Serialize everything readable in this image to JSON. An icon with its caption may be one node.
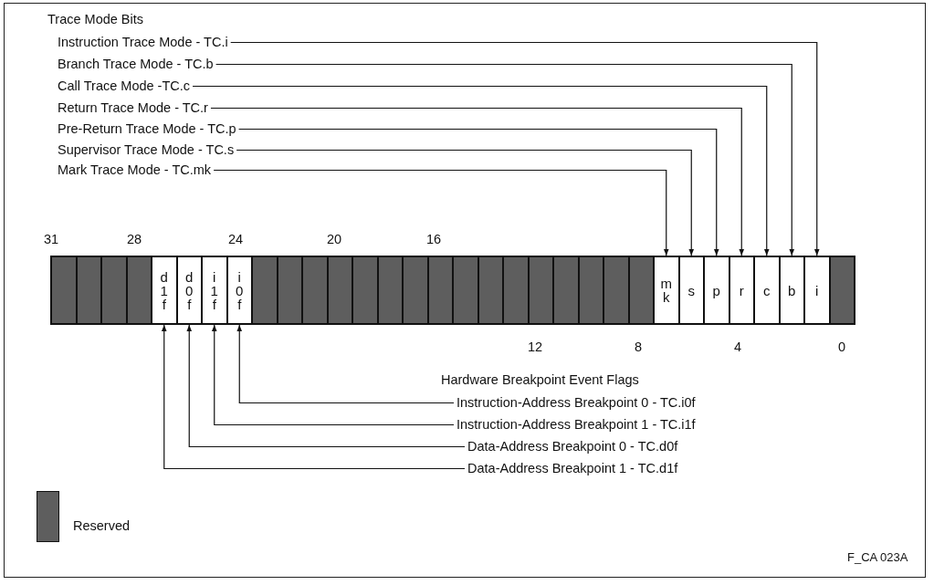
{
  "diagram": {
    "nodes": [
      {
        "text": [
          "Instruction Trace Mode - TC.i"
        ]
      },
      {
        "text": [
          "Branch Trace Mode - TC.b"
        ]
      },
      {
        "text": [
          "Call Trace Mode -TC.c"
        ]
      },
      {
        "text": [
          "Return Trace Mode - TC.r"
        ]
      },
      {
        "text": [
          "Pre-Return Trace Mode - TC.p"
        ]
      },
      {
        "text": [
          "Supervisor Trace Mode - TC.s"
        ]
      },
      {
        "text": [
          "Mark Trace Mode - TC.mk"
        ]
      },
      {
        "text": [],
        "shape": "box"
      },
      {
        "text": [],
        "shape": "box"
      },
      {
        "text": [],
        "shape": "box"
      },
      {
        "text": [],
        "shape": "box"
      },
      {
        "text": [
          "d 1 f"
        ]
      },
      {
        "text": [
          "d 0 f"
        ]
      },
      {
        "text": [
          "i 1 f"
        ]
      },
      {
        "text": [
          "i 0 f"
        ]
      },
      {
        "text": [],
        "shape": "box"
      },
      {
        "text": [],
        "shape": "box"
      },
      {
        "text": [],
        "shape": "box"
      },
      {
        "text": [],
        "shape": "box"
      },
      {
        "text": [],
        "shape": "box"
      },
      {
        "text": [],
        "shape": "box"
      },
      {
        "text": [],
        "shape": "box"
      },
      {
        "text": [],
        "shape": "box"
      },
      {
        "text": [],
        "shape": "box"
      },
      {
        "text": [],
        "shape": "box"
      },
      {
        "text": [],
        "shape": "box"
      },
      {
        "text": [],
        "shape": "box"
      },
      {
        "text": [],
        "shape": "box"
      },
      {
        "text": [],
        "shape": "box"
      },
      {
        "text": [],
        "shape": "box"
      },
      {
        "text": [],
        "shape": "box"
      },
      {
        "text": [
          "m k"
        ]
      },
      {
        "text": [
          "s"
        ]
      },
      {
        "text": [
          "p"
        ]
      },
      {
        "text": [
          "r"
        ]
      },
      {
        "text": [
          "c"
        ]
      },
      {
        "text": [
          "b"
        ]
      },
      {
        "text": [
          "i"
        ]
      },
      {
        "text": [],
        "shape": "box"
      },
      {
        "text": [
          "Instruction-Address Breakpoint 0 - TC.i0f"
        ]
      },
      {
        "text": [
          "Instruction-Address Breakpoint 1 - TC.i1f"
        ]
      },
      {
        "text": [
          "Data-Address Breakpoint 0 - TC.d0f"
        ]
      },
      {
        "text": [
          "Data-Address Breakpoint 1 - TC.d1f"
        ]
      }
    ],
    "edges": [
      {
        "from": 0,
        "to": 37,
        "arrow": "to"
      },
      {
        "from": 1,
        "to": 36,
        "arrow": "to"
      },
      {
        "from": 2,
        "to": 35,
        "arrow": "to"
      },
      {
        "from": 3,
        "to": 34,
        "arrow": "to"
      },
      {
        "from": 4,
        "to": 33,
        "arrow": "to"
      },
      {
        "from": 5,
        "to": 32,
        "arrow": "to"
      },
      {
        "from": 6,
        "to": 31,
        "arrow": "to"
      },
      {
        "from": 39,
        "to": 14,
        "arrow": "to"
      },
      {
        "from": 40,
        "to": 13,
        "arrow": "to"
      },
      {
        "from": 41,
        "to": 12,
        "arrow": "to"
      },
      {
        "from": 42,
        "to": 11,
        "arrow": "to"
      }
    ],
    "labels": [
      "Trace Mode Bits",
      "31",
      "28",
      "24",
      "20",
      "16",
      "12",
      "8",
      "4",
      "0",
      "Hardware Breakpoint Event Flags",
      "F_CA 023A"
    ],
    "legend": [
      {
        "text": "Reserved",
        "color": "#5e5e5e"
      }
    ]
  }
}
